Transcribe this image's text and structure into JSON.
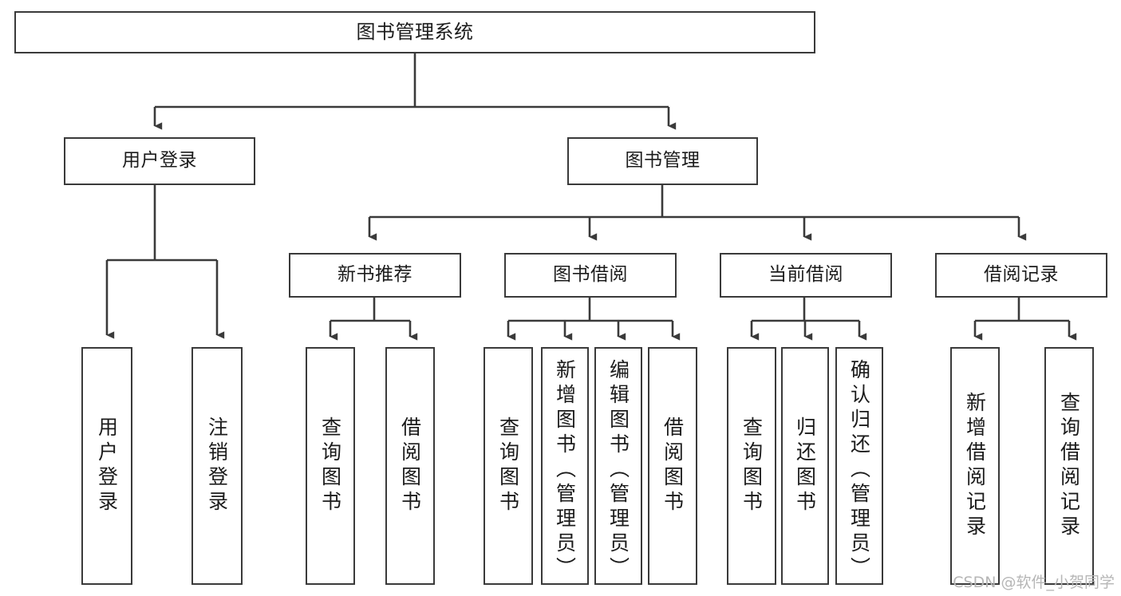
{
  "diagram": {
    "title": "图书管理系统",
    "type": "tree",
    "watermark": "CSDN @软件_小贺同学",
    "colors": {
      "node_border": "#3a3a3a",
      "node_fill": "#ffffff",
      "edge": "#3a3a3a",
      "text": "#1b1b1b",
      "watermark": "#b6b6b6",
      "background": "#ffffff"
    },
    "nodes": {
      "root": {
        "label": "图书管理系统"
      },
      "level2": [
        {
          "id": "user-login",
          "label": "用户登录"
        },
        {
          "id": "book-management",
          "label": "图书管理"
        }
      ],
      "level3": [
        {
          "id": "new-book-recommend",
          "label": "新书推荐"
        },
        {
          "id": "book-borrow",
          "label": "图书借阅"
        },
        {
          "id": "current-borrow",
          "label": "当前借阅"
        },
        {
          "id": "borrow-record",
          "label": "借阅记录"
        }
      ],
      "leaves": {
        "user_login": [
          {
            "id": "leaf-user-login",
            "label": "用户登录"
          },
          {
            "id": "leaf-logout-login",
            "label": "注销登录"
          }
        ],
        "new_book_recommend": [
          {
            "id": "leaf-query-book-1",
            "label": "查询图书"
          },
          {
            "id": "leaf-borrow-book-1",
            "label": "借阅图书"
          }
        ],
        "book_borrow": [
          {
            "id": "leaf-query-book-2",
            "label": "查询图书"
          },
          {
            "id": "leaf-add-book",
            "label": "新增图书（管理员）"
          },
          {
            "id": "leaf-edit-book",
            "label": "编辑图书（管理员）"
          },
          {
            "id": "leaf-borrow-book-2",
            "label": "借阅图书"
          }
        ],
        "current_borrow": [
          {
            "id": "leaf-query-book-3",
            "label": "查询图书"
          },
          {
            "id": "leaf-return-book",
            "label": "归还图书"
          },
          {
            "id": "leaf-confirm-return",
            "label": "确认归还（管理员）"
          }
        ],
        "borrow_record": [
          {
            "id": "leaf-add-record",
            "label": "新增借阅记录"
          },
          {
            "id": "leaf-query-record",
            "label": "查询借阅记录"
          }
        ]
      }
    }
  }
}
